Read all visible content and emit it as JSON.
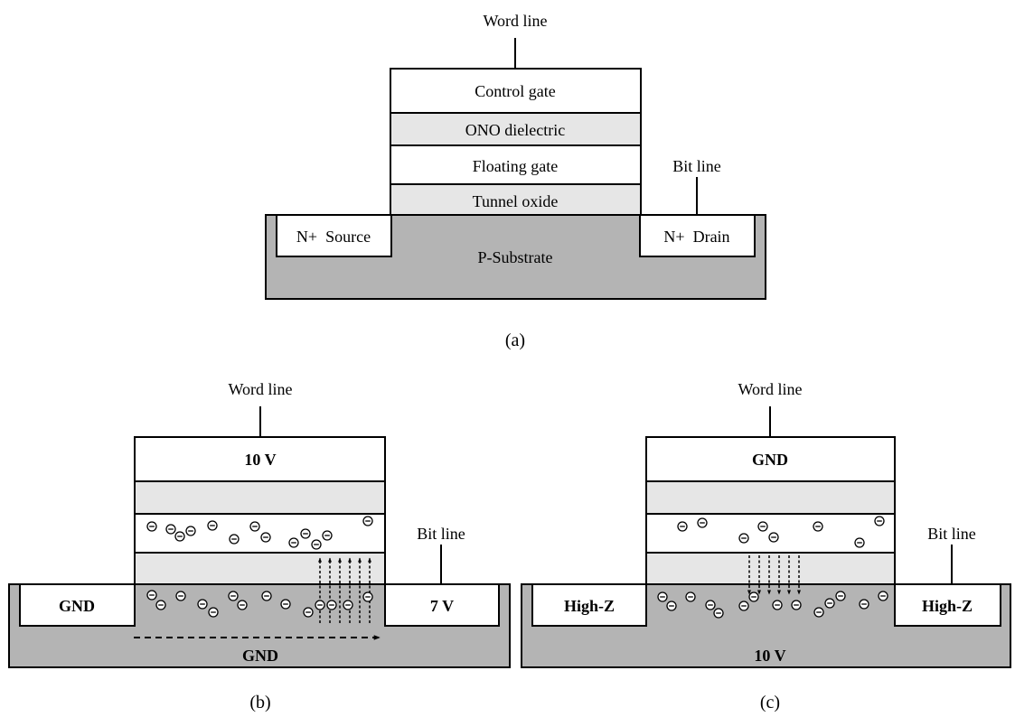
{
  "panel_a": {
    "caption": "(a)",
    "word_line": "Word line",
    "bit_line": "Bit line",
    "control_gate": "Control gate",
    "ono": "ONO dielectric",
    "floating_gate": "Floating gate",
    "tunnel_oxide": "Tunnel oxide",
    "source": "N+  Source",
    "drain": "N+  Drain",
    "substrate": "P-Substrate"
  },
  "panel_b": {
    "caption": "(b)",
    "word_line": "Word line",
    "bit_line": "Bit line",
    "gate_voltage": "10 V",
    "source": "GND",
    "drain": "7 V",
    "substrate": "GND"
  },
  "panel_c": {
    "caption": "(c)",
    "word_line": "Word line",
    "bit_line": "Bit line",
    "gate_voltage": "GND",
    "source": "High-Z",
    "drain": "High-Z",
    "substrate": "10 V"
  },
  "colors": {
    "substrate": "#b4b4b4",
    "oxide": "#e6e6e6",
    "gate": "#ffffff",
    "line": "#000000"
  },
  "icons": {
    "electron": "electron-icon",
    "arrow": "arrow-icon"
  }
}
